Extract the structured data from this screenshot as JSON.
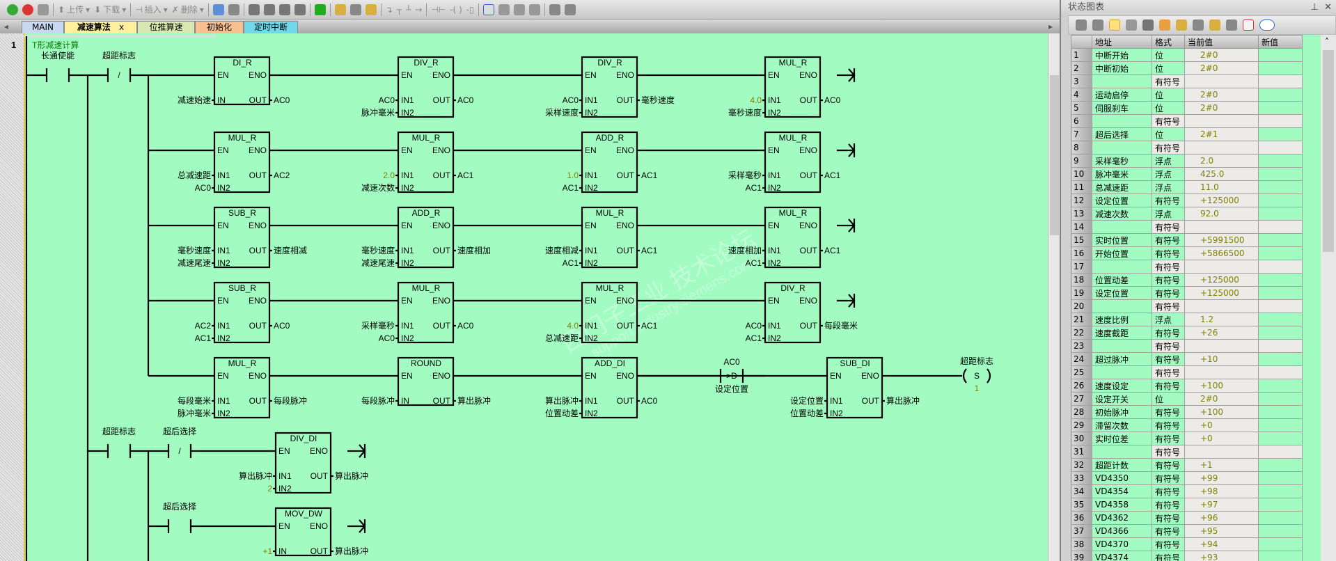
{
  "toolbar": {
    "upload": "上传",
    "download": "下载",
    "insert": "插入",
    "delete": "删除"
  },
  "tabs": [
    {
      "label": "MAIN",
      "color": "#c8d8f0"
    },
    {
      "label": "减速算法",
      "color": "#fff0a0",
      "active": true,
      "close": "x"
    },
    {
      "label": "位推算速",
      "color": "#d8e8b0"
    },
    {
      "label": "初始化",
      "color": "#f8c090"
    },
    {
      "label": "定时中断",
      "color": "#70d8e8"
    }
  ],
  "network": {
    "number": "1",
    "comment": "T形减速计算"
  },
  "contacts": {
    "enable": {
      "label": "长通使能",
      "type": "NO"
    },
    "overflag": {
      "label": "超距标志",
      "type": "NC",
      "glyph": "/"
    },
    "overflag2": {
      "label": "超距标志",
      "type": "NO"
    },
    "after_sel_nc": {
      "label": "超后选择",
      "type": "NC",
      "glyph": "/"
    },
    "after_sel_no": {
      "label": "超后选择",
      "type": "NO"
    },
    "compare": {
      "top": "AC0",
      "op": ">D",
      "bottom": "设定位置"
    }
  },
  "coil": {
    "label": "超距标志",
    "op": "S",
    "count": "1"
  },
  "blocks": [
    {
      "op": "DI_R",
      "in": [
        "减速始速"
      ],
      "out": "AC0"
    },
    {
      "op": "DIV_R",
      "in": [
        "AC0",
        "脉冲毫米"
      ],
      "out": "AC0"
    },
    {
      "op": "DIV_R",
      "in": [
        "AC0",
        "采样速度"
      ],
      "out": "毫秒速度"
    },
    {
      "op": "MUL_R",
      "in": [
        "4.0",
        "毫秒速度"
      ],
      "out": "AC0",
      "const": [
        0
      ]
    },
    {
      "op": "MUL_R",
      "in": [
        "总减速距",
        "AC0"
      ],
      "out": "AC2"
    },
    {
      "op": "MUL_R",
      "in": [
        "2.0",
        "减速次数"
      ],
      "out": "AC1",
      "const": [
        0
      ]
    },
    {
      "op": "ADD_R",
      "in": [
        "1.0",
        "AC1"
      ],
      "out": "AC1",
      "const": [
        0
      ]
    },
    {
      "op": "MUL_R",
      "in": [
        "采样毫秒",
        "AC1"
      ],
      "out": "AC1"
    },
    {
      "op": "SUB_R",
      "in": [
        "毫秒速度",
        "减速尾速"
      ],
      "out": "速度相减"
    },
    {
      "op": "ADD_R",
      "in": [
        "毫秒速度",
        "减速尾速"
      ],
      "out": "速度相加"
    },
    {
      "op": "MUL_R",
      "in": [
        "速度相减",
        "AC1"
      ],
      "out": "AC1"
    },
    {
      "op": "MUL_R",
      "in": [
        "速度相加",
        "AC1"
      ],
      "out": "AC1"
    },
    {
      "op": "SUB_R",
      "in": [
        "AC2",
        "AC1"
      ],
      "out": "AC0"
    },
    {
      "op": "MUL_R",
      "in": [
        "采样毫秒",
        "AC0"
      ],
      "out": "AC0"
    },
    {
      "op": "MUL_R",
      "in": [
        "4.0",
        "总减速距"
      ],
      "out": "AC1",
      "const": [
        0
      ]
    },
    {
      "op": "DIV_R",
      "in": [
        "AC0",
        "AC1"
      ],
      "out": "每段毫米"
    },
    {
      "op": "MUL_R",
      "in": [
        "每段毫米",
        "脉冲毫米"
      ],
      "out": "每段脉冲"
    },
    {
      "op": "ROUND",
      "in": [
        "每段脉冲"
      ],
      "out": "算出脉冲"
    },
    {
      "op": "ADD_DI",
      "in": [
        "算出脉冲",
        "位置动差"
      ],
      "out": "AC0"
    },
    {
      "op": "SUB_DI",
      "in": [
        "设定位置",
        "位置动差"
      ],
      "out": "算出脉冲"
    },
    {
      "op": "DIV_DI",
      "in": [
        "算出脉冲",
        "2"
      ],
      "out": "算出脉冲",
      "const": [
        1
      ]
    },
    {
      "op": "MOV_DW",
      "in": [
        "+1"
      ],
      "out": "算出脉冲",
      "const": [
        0
      ]
    }
  ],
  "watermark": {
    "cn": "西门子工业 技术论坛",
    "en": "support.industry.siemens.com/cs"
  },
  "status_chart": {
    "title": "状态图表",
    "headers": [
      "",
      "地址",
      "格式",
      "当前值",
      "新值"
    ],
    "rows": [
      [
        "1",
        "中断开始",
        "位",
        "2#0"
      ],
      [
        "2",
        "中断初始",
        "位",
        "2#0"
      ],
      [
        "3",
        "",
        "有符号",
        ""
      ],
      [
        "4",
        "运动启停",
        "位",
        "2#0"
      ],
      [
        "5",
        "伺服刹车",
        "位",
        "2#0"
      ],
      [
        "6",
        "",
        "有符号",
        ""
      ],
      [
        "7",
        "超后选择",
        "位",
        "2#1"
      ],
      [
        "8",
        "",
        "有符号",
        ""
      ],
      [
        "9",
        "采样毫秒",
        "浮点",
        "2.0"
      ],
      [
        "10",
        "脉冲毫米",
        "浮点",
        "425.0"
      ],
      [
        "11",
        "总减速距",
        "浮点",
        "11.0"
      ],
      [
        "12",
        "设定位置",
        "有符号",
        "+125000"
      ],
      [
        "13",
        "减速次数",
        "浮点",
        "92.0"
      ],
      [
        "14",
        "",
        "有符号",
        ""
      ],
      [
        "15",
        "实时位置",
        "有符号",
        "+5991500"
      ],
      [
        "16",
        "开始位置",
        "有符号",
        "+5866500"
      ],
      [
        "17",
        "",
        "有符号",
        ""
      ],
      [
        "18",
        "位置动差",
        "有符号",
        "+125000"
      ],
      [
        "19",
        "设定位置",
        "有符号",
        "+125000"
      ],
      [
        "20",
        "",
        "有符号",
        ""
      ],
      [
        "21",
        "速度比例",
        "浮点",
        "1.2"
      ],
      [
        "22",
        "速度截距",
        "有符号",
        "+26"
      ],
      [
        "23",
        "",
        "有符号",
        ""
      ],
      [
        "24",
        "超过脉冲",
        "有符号",
        "+10"
      ],
      [
        "25",
        "",
        "有符号",
        ""
      ],
      [
        "26",
        "速度设定",
        "有符号",
        "+100"
      ],
      [
        "27",
        "设定开关",
        "位",
        "2#0"
      ],
      [
        "28",
        "初始脉冲",
        "有符号",
        "+100"
      ],
      [
        "29",
        "滞留次数",
        "有符号",
        "+0"
      ],
      [
        "30",
        "实时位差",
        "有符号",
        "+0"
      ],
      [
        "31",
        "",
        "有符号",
        ""
      ],
      [
        "32",
        "超距计数",
        "有符号",
        "+1"
      ],
      [
        "33",
        "VD4350",
        "有符号",
        "+99"
      ],
      [
        "34",
        "VD4354",
        "有符号",
        "+98"
      ],
      [
        "35",
        "VD4358",
        "有符号",
        "+97"
      ],
      [
        "36",
        "VD4362",
        "有符号",
        "+96"
      ],
      [
        "37",
        "VD4366",
        "有符号",
        "+95"
      ],
      [
        "38",
        "VD4370",
        "有符号",
        "+94"
      ],
      [
        "39",
        "VD4374",
        "有符号",
        "+93"
      ]
    ]
  }
}
